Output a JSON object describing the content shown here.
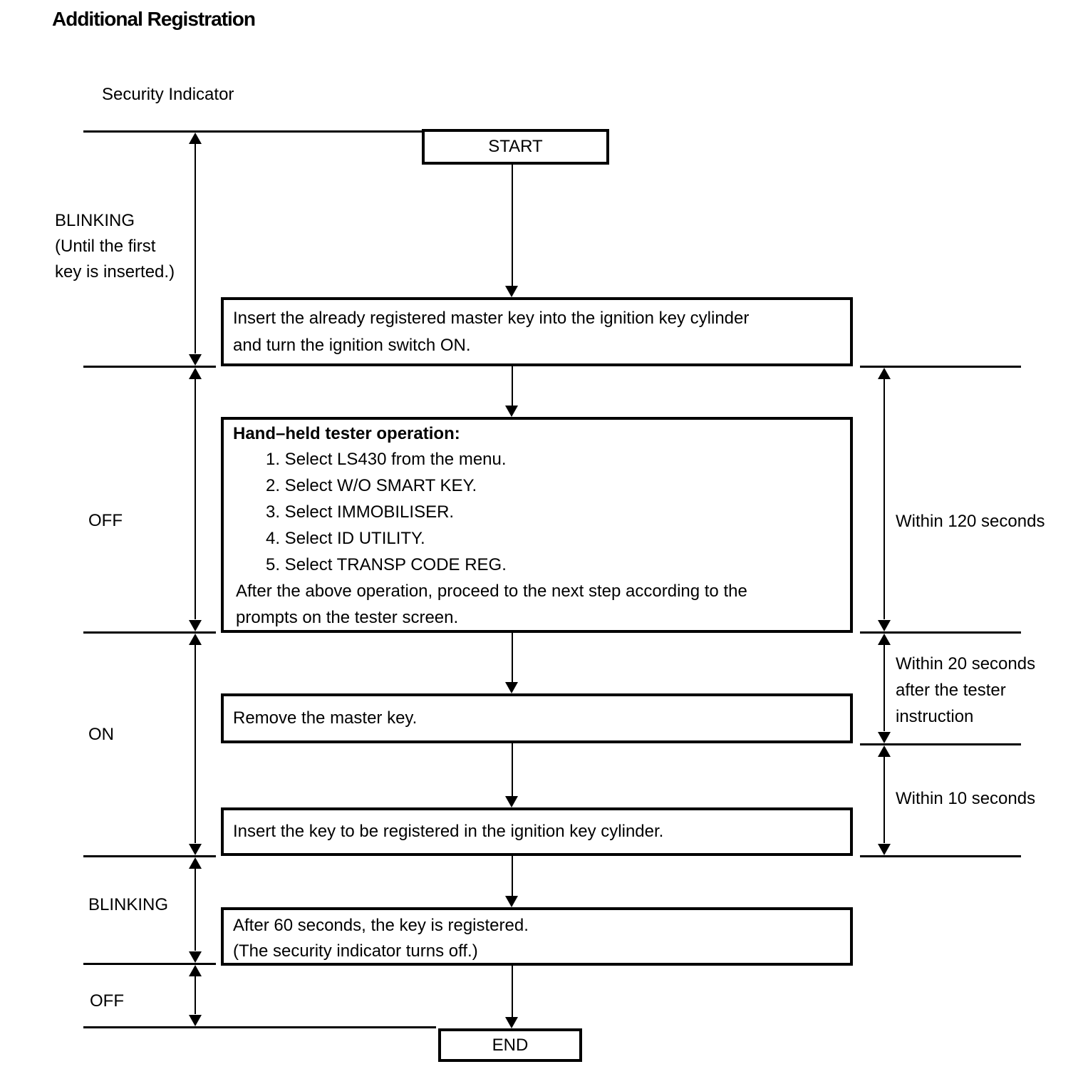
{
  "title": "Additional Registration",
  "indicator": {
    "label": "Security Indicator",
    "states": [
      {
        "text": "BLINKING\n(Until the first\nkey is inserted.)"
      },
      {
        "text": "OFF"
      },
      {
        "text": "ON"
      },
      {
        "text": "BLINKING"
      },
      {
        "text": "OFF"
      }
    ]
  },
  "flow": {
    "start_label": "START",
    "step1": "Insert the already registered master key into the ignition key cylinder\nand turn the ignition switch ON.",
    "tester_heading": "Hand–held tester operation:",
    "tester_items": [
      "1. Select LS430 from the menu.",
      "2. Select W/O SMART KEY.",
      "3. Select IMMOBILISER.",
      "4. Select ID UTILITY.",
      "5. Select TRANSP CODE REG."
    ],
    "tester_note": "After the above operation, proceed to the next step according to the\nprompts on the tester screen.",
    "step3": "Remove the master key.",
    "step4": "Insert the key to be registered in the ignition key cylinder.",
    "step5": "After 60 seconds, the key is registered.\n(The security indicator turns off.)",
    "end_label": "END"
  },
  "timings": [
    {
      "text": "Within 120 seconds"
    },
    {
      "text": "Within 20 seconds\nafter the tester\ninstruction"
    },
    {
      "text": "Within 10 seconds"
    }
  ],
  "colors": {
    "ink": "#000000",
    "paper": "#ffffff"
  }
}
